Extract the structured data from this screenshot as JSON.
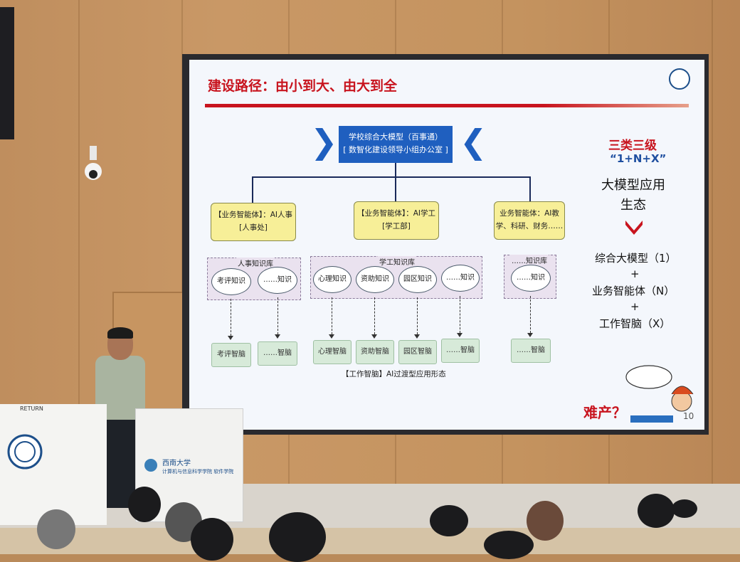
{
  "slide": {
    "title": "建设路径：由小到大、由大到全",
    "center_line1": "学校综合大模型（百事通）",
    "center_line2": "[ 数智化建设领导小组办公室 ]",
    "agents": [
      {
        "line1": "【业务智能体】：AI人事",
        "line2": "[人事处]"
      },
      {
        "line1": "【业务智能体】：AI学工",
        "line2": "[学工部]"
      },
      {
        "line1": "业务智能体：AI教",
        "line2": "学、科研、财务……"
      }
    ],
    "kb_labels": [
      "人事知识库",
      "学工知识库",
      "……知识库"
    ],
    "knowledge": [
      "考评知识",
      "……知识",
      "心理知识",
      "资助知识",
      "园区知识",
      "……知识",
      "……知识"
    ],
    "brains": [
      "考评智脑",
      "……智脑",
      "心理智脑",
      "资助智脑",
      "园区智脑",
      "……智脑",
      "……智脑"
    ],
    "caption": "【工作智脑】AI过渡型应用形态",
    "side": {
      "heading": "三类三级",
      "formula": "“1+N+X”",
      "line3": "大模型应用",
      "line4": "生态",
      "item1": "综合大模型（1）",
      "plus1": "+",
      "item2": "业务智能体（N）",
      "plus2": "+",
      "item3": "工作智脑（X）"
    },
    "footer_text": "难产？",
    "page_number": "10"
  },
  "room": {
    "lectern_label": "RETURN",
    "podium_text1": "西南大学",
    "podium_text2": "计算机与信息科学学院 软件学院"
  }
}
